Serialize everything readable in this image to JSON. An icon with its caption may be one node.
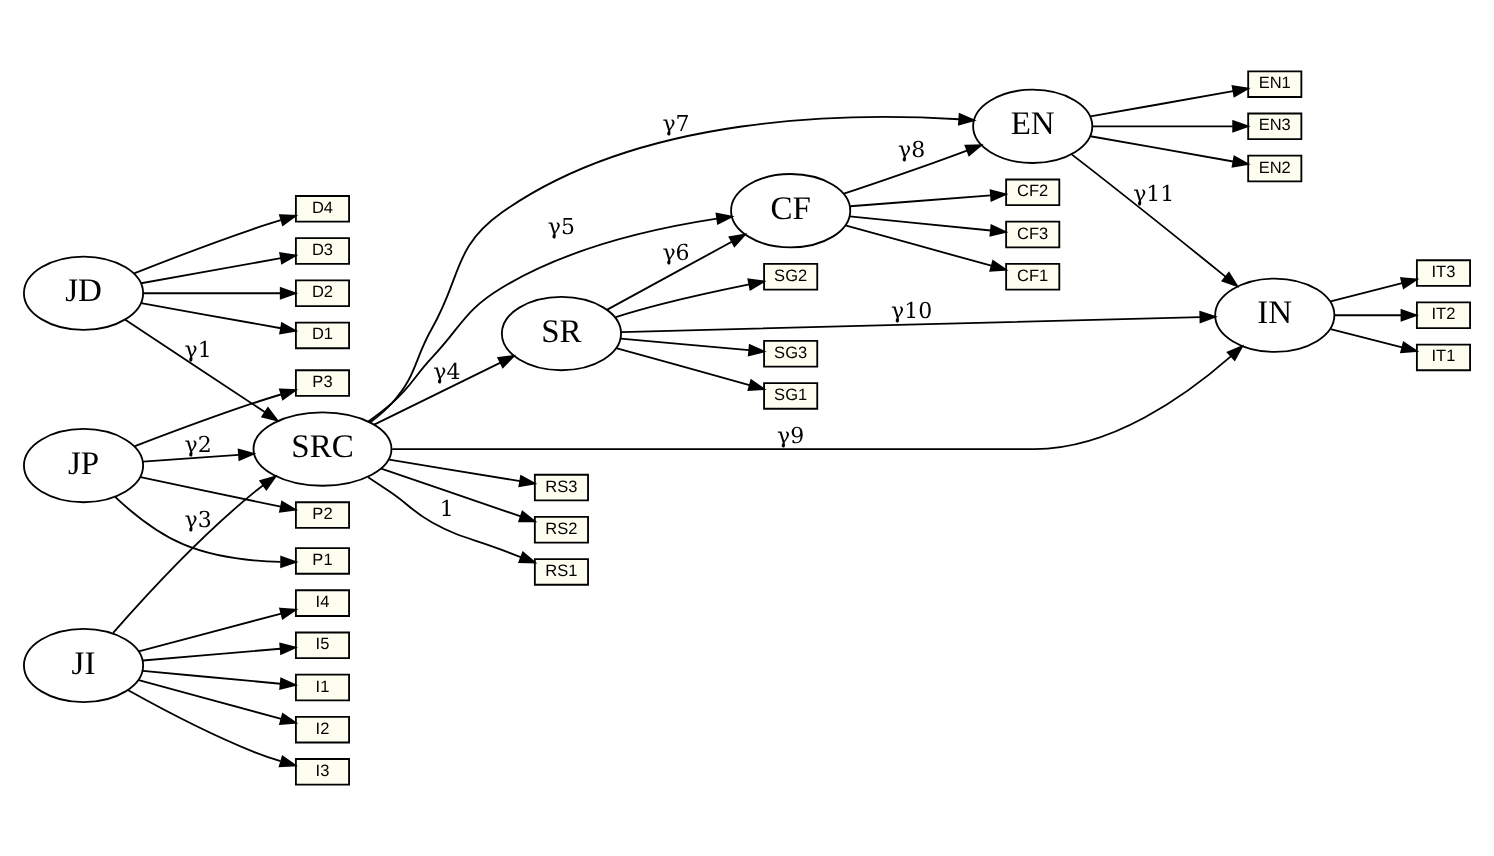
{
  "diagram": {
    "nodes": [
      {
        "text": [
          "JD"
        ]
      },
      {
        "text": [
          "JP"
        ]
      },
      {
        "text": [
          "JI"
        ]
      },
      {
        "text": [
          "SRC"
        ]
      },
      {
        "text": [
          "SR"
        ]
      },
      {
        "text": [
          "CF"
        ]
      },
      {
        "text": [
          "EN"
        ]
      },
      {
        "text": [
          "IN"
        ]
      },
      {
        "text": [
          "D4"
        ]
      },
      {
        "text": [
          "D3"
        ]
      },
      {
        "text": [
          "D2"
        ]
      },
      {
        "text": [
          "D1"
        ]
      },
      {
        "text": [
          "P3"
        ]
      },
      {
        "text": [
          "P2"
        ]
      },
      {
        "text": [
          "P1"
        ]
      },
      {
        "text": [
          "I1"
        ]
      },
      {
        "text": [
          "I2"
        ]
      },
      {
        "text": [
          "I3"
        ]
      },
      {
        "text": [
          "I4"
        ]
      },
      {
        "text": [
          "I5"
        ]
      },
      {
        "text": [
          "RS3"
        ]
      },
      {
        "text": [
          "RS2"
        ]
      },
      {
        "text": [
          "RS1"
        ]
      },
      {
        "text": [
          "SG1"
        ]
      },
      {
        "text": [
          "SG2"
        ]
      },
      {
        "text": [
          "SG3"
        ]
      },
      {
        "text": [
          "IT3"
        ]
      },
      {
        "text": [
          "IT2"
        ]
      },
      {
        "text": [
          "IT1"
        ]
      },
      {
        "text": [
          "CF1"
        ]
      },
      {
        "text": [
          "CF2"
        ]
      },
      {
        "text": [
          "CF3"
        ]
      },
      {
        "text": [
          "EN3"
        ]
      },
      {
        "text": [
          "EN2"
        ]
      },
      {
        "text": [
          "EN1"
        ]
      }
    ],
    "edges": [
      {
        "from": 0,
        "to": 8,
        "arrow": "to"
      },
      {
        "from": 0,
        "to": 9,
        "arrow": "to"
      },
      {
        "from": 0,
        "to": 10,
        "arrow": "to"
      },
      {
        "from": 0,
        "to": 11,
        "arrow": "to"
      },
      {
        "from": 1,
        "to": 12,
        "arrow": "to"
      },
      {
        "from": 1,
        "to": 13,
        "arrow": "to"
      },
      {
        "from": 1,
        "to": 14,
        "arrow": "to"
      },
      {
        "from": 2,
        "to": 15,
        "arrow": "to"
      },
      {
        "from": 2,
        "to": 16,
        "arrow": "to"
      },
      {
        "from": 2,
        "to": 17,
        "arrow": "to"
      },
      {
        "from": 2,
        "to": 18,
        "arrow": "to"
      },
      {
        "from": 2,
        "to": 19,
        "arrow": "to"
      },
      {
        "from": 0,
        "to": 3,
        "arrow": "to",
        "label": "γ1"
      },
      {
        "from": 1,
        "to": 3,
        "arrow": "to",
        "label": "γ2"
      },
      {
        "from": 2,
        "to": 3,
        "arrow": "to",
        "label": "γ3"
      },
      {
        "from": 3,
        "to": 20,
        "arrow": "to"
      },
      {
        "from": 3,
        "to": 21,
        "arrow": "to"
      },
      {
        "from": 3,
        "to": 22,
        "arrow": "to",
        "label": "1"
      },
      {
        "from": 3,
        "to": 4,
        "arrow": "to",
        "label": "γ4"
      },
      {
        "from": 4,
        "to": 23,
        "arrow": "to"
      },
      {
        "from": 4,
        "to": 24,
        "arrow": "to"
      },
      {
        "from": 4,
        "to": 25,
        "arrow": "to"
      },
      {
        "from": 4,
        "to": 5,
        "arrow": "to",
        "label": "γ6"
      },
      {
        "from": 4,
        "to": 7,
        "arrow": "to",
        "label": "γ10"
      },
      {
        "from": 3,
        "to": 7,
        "arrow": "to",
        "label": "γ9"
      },
      {
        "from": 3,
        "to": 5,
        "arrow": "to",
        "label": "γ5"
      },
      {
        "from": 5,
        "to": 29,
        "arrow": "to"
      },
      {
        "from": 5,
        "to": 30,
        "arrow": "to"
      },
      {
        "from": 5,
        "to": 31,
        "arrow": "to"
      },
      {
        "from": 5,
        "to": 6,
        "arrow": "to",
        "label": "γ8"
      },
      {
        "from": 3,
        "to": 6,
        "arrow": "to",
        "label": "γ7"
      },
      {
        "from": 6,
        "to": 7,
        "arrow": "to",
        "label": "γ11"
      },
      {
        "from": 7,
        "to": 26,
        "arrow": "to"
      },
      {
        "from": 7,
        "to": 27,
        "arrow": "to"
      },
      {
        "from": 7,
        "to": 28,
        "arrow": "to"
      },
      {
        "from": 6,
        "to": 32,
        "arrow": "to"
      },
      {
        "from": 6,
        "to": 33,
        "arrow": "to"
      },
      {
        "from": 6,
        "to": 34,
        "arrow": "to"
      }
    ]
  }
}
